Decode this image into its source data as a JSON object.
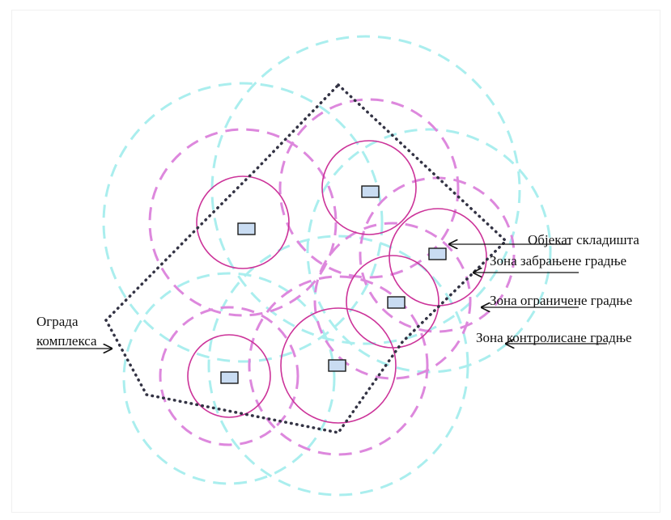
{
  "labels": {
    "fence_line1": "Ограда",
    "fence_line2": "комплекса",
    "storage_object": "Објекат складишта",
    "prohibited_zone": "Зона забрањене градње",
    "limited_zone": "Зона ограничене градње",
    "controlled_zone": "Зона контролисане градње"
  },
  "colors": {
    "prohibited_zone": "#cc3399",
    "limited_zone": "#dd88dd",
    "controlled_zone": "#aaeeee",
    "fence": "#333344",
    "object_fill": "#c9dcf2",
    "object_stroke": "#1a1a1a",
    "arrows": "#111111"
  }
}
